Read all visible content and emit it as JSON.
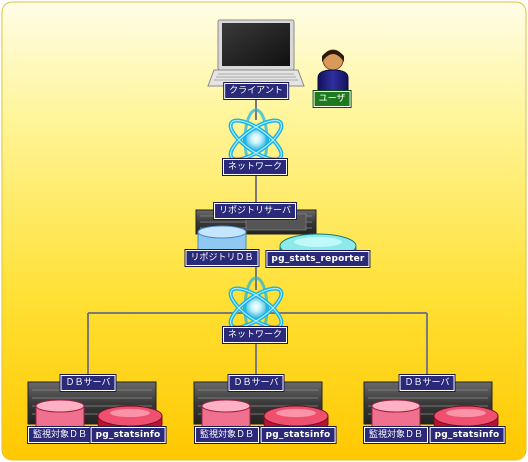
{
  "labels": {
    "client": "クライアント",
    "user": "ユーザ",
    "network_top": "ネットワーク",
    "repository_server": "リポジトリサーバ",
    "repository_db": "リポジトリＤＢ",
    "pg_stats_reporter": "pg_stats_reporter",
    "network_bottom": "ネットワーク",
    "db_servers": [
      {
        "server": "ＤＢサーバ",
        "db": "監視対象ＤＢ",
        "agent": "pg_statsinfo"
      },
      {
        "server": "ＤＢサーバ",
        "db": "監視対象ＤＢ",
        "agent": "pg_statsinfo"
      },
      {
        "server": "ＤＢサーバ",
        "db": "監視対象ＤＢ",
        "agent": "pg_statsinfo"
      }
    ]
  },
  "colors": {
    "background_top": "#fffce0",
    "background_bottom": "#ffcc00",
    "label_bg": "#2b2a7a",
    "user_label_bg": "#1f7a1f",
    "connector": "#7a7a7a",
    "repository_db": "#8fc8f0",
    "reporter": "#66d8d8",
    "monitored_db": "#f07090",
    "agent": "#e02040"
  },
  "icons": {
    "client": "laptop-icon",
    "user": "user-icon",
    "network": "network-atom-icon",
    "server": "server-rack-icon",
    "database": "database-cylinder-icon"
  }
}
